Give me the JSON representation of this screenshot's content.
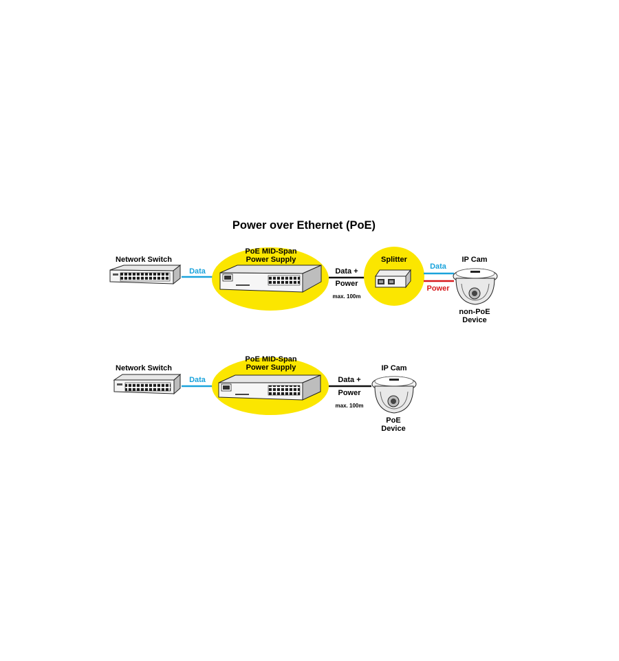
{
  "title": "Power over Ethernet (PoE)",
  "colors": {
    "data_line": "#1aa3dc",
    "power_line": "#d7191c",
    "combined_line": "#111111",
    "highlight": "#fbe600"
  },
  "row1": {
    "switch_label": "Network Switch",
    "data_label_1": "Data",
    "midspan_label_line1": "PoE MID-Span",
    "midspan_label_line2": "Power Supply",
    "combined_line1": "Data +",
    "combined_line2": "Power",
    "distance": "max. 100m",
    "splitter_label": "Splitter",
    "data_label_2": "Data",
    "power_label": "Power",
    "camera_label": "IP Cam",
    "device_line1": "non-PoE",
    "device_line2": "Device"
  },
  "row2": {
    "switch_label": "Network Switch",
    "data_label_1": "Data",
    "midspan_label_line1": "PoE MID-Span",
    "midspan_label_line2": "Power Supply",
    "combined_line1": "Data +",
    "combined_line2": "Power",
    "distance": "max. 100m",
    "camera_label": "IP Cam",
    "device_line1": "PoE",
    "device_line2": "Device"
  }
}
